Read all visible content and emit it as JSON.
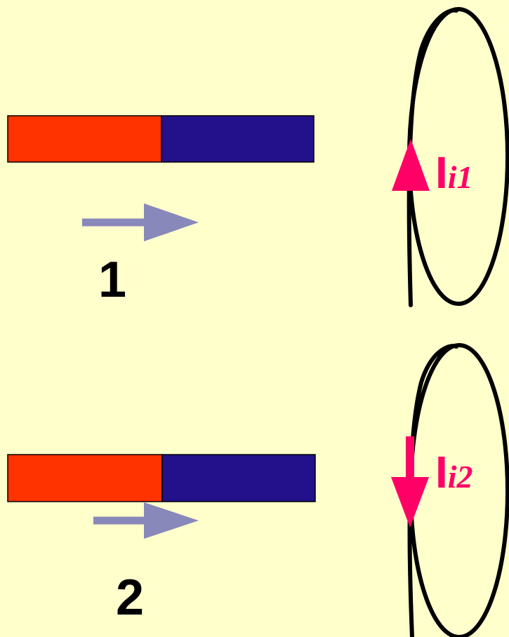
{
  "colors": {
    "background": "#FFFFCC",
    "north_pole": "#FF3300",
    "south_pole": "#22118A",
    "motion_arrow": "#8888BB",
    "current": "#FF0066",
    "coil": "#000000"
  },
  "scenes": [
    {
      "label": "1",
      "current_symbol": "I",
      "current_subscript": "i1",
      "current_direction": "up"
    },
    {
      "label": "2",
      "current_symbol": "I",
      "current_subscript": "i2",
      "current_direction": "down"
    }
  ]
}
